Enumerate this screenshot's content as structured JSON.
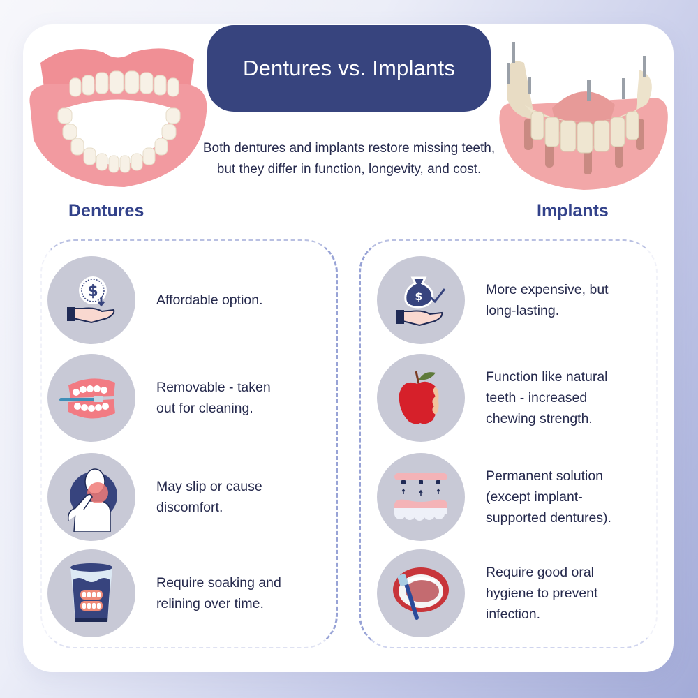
{
  "header": {
    "title": "Dentures vs. Implants",
    "intro": "Both dentures and implants restore missing teeth, but they differ in function, longevity, and cost."
  },
  "colors": {
    "title_bg": "#37447e",
    "heading": "#33428a",
    "body_text": "#262a4d",
    "icon_circle": "#c8c9d6",
    "dash_border": "#98a3d6",
    "background_accent": "#a3abd8"
  },
  "images": {
    "dentures_photo": "full-denture-set-photo",
    "implants_photo": "implant-supported-denture-model"
  },
  "columns": [
    {
      "heading": "Dentures",
      "items": [
        {
          "icon": "hand-dollar-down-icon",
          "text": "Affordable option."
        },
        {
          "icon": "denture-toothbrush-icon",
          "text": "Removable - taken\nout for cleaning."
        },
        {
          "icon": "person-jaw-pain-icon",
          "text": "May slip or cause\ndiscomfort."
        },
        {
          "icon": "denture-soaking-glass-icon",
          "text": "Require soaking and\nrelining over time."
        }
      ]
    },
    {
      "heading": "Implants",
      "items": [
        {
          "icon": "hand-money-bag-check-icon",
          "text": "More expensive, but\nlong-lasting."
        },
        {
          "icon": "bitten-apple-icon",
          "text": "Function like natural\nteeth - increased\nchewing strength."
        },
        {
          "icon": "implant-denture-attach-icon",
          "text": "Permanent solution\n(except implant-\nsupported dentures)."
        },
        {
          "icon": "mouth-toothbrush-icon",
          "text": "Require good oral\nhygiene to prevent\ninfection."
        }
      ]
    }
  ]
}
